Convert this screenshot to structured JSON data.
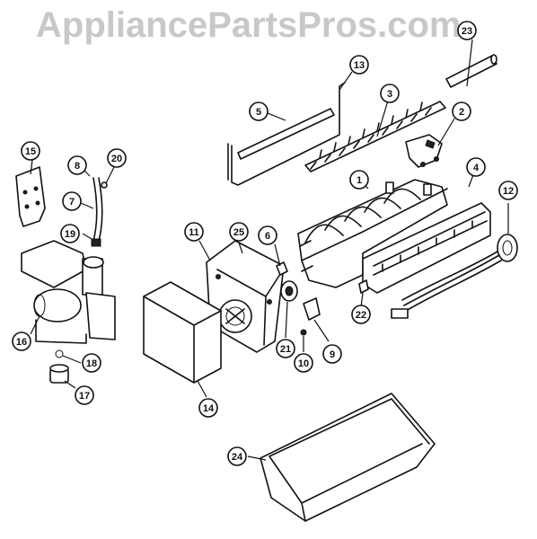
{
  "watermark": "AppliancePartsPros.com",
  "callouts": [
    {
      "id": "c1",
      "label": "1"
    },
    {
      "id": "c2",
      "label": "2"
    },
    {
      "id": "c3",
      "label": "3"
    },
    {
      "id": "c4",
      "label": "4"
    },
    {
      "id": "c5",
      "label": "5"
    },
    {
      "id": "c6",
      "label": "6"
    },
    {
      "id": "c7",
      "label": "7"
    },
    {
      "id": "c8",
      "label": "8"
    },
    {
      "id": "c9",
      "label": "9"
    },
    {
      "id": "c10",
      "label": "10"
    },
    {
      "id": "c11",
      "label": "11"
    },
    {
      "id": "c12",
      "label": "12"
    },
    {
      "id": "c13",
      "label": "13"
    },
    {
      "id": "c14",
      "label": "14"
    },
    {
      "id": "c15",
      "label": "15"
    },
    {
      "id": "c16",
      "label": "16"
    },
    {
      "id": "c17",
      "label": "17"
    },
    {
      "id": "c18",
      "label": "18"
    },
    {
      "id": "c19",
      "label": "19"
    },
    {
      "id": "c20",
      "label": "20"
    },
    {
      "id": "c21",
      "label": "21"
    },
    {
      "id": "c22",
      "label": "22"
    },
    {
      "id": "c23",
      "label": "23"
    },
    {
      "id": "c24",
      "label": "24"
    },
    {
      "id": "c25",
      "label": "25"
    }
  ]
}
